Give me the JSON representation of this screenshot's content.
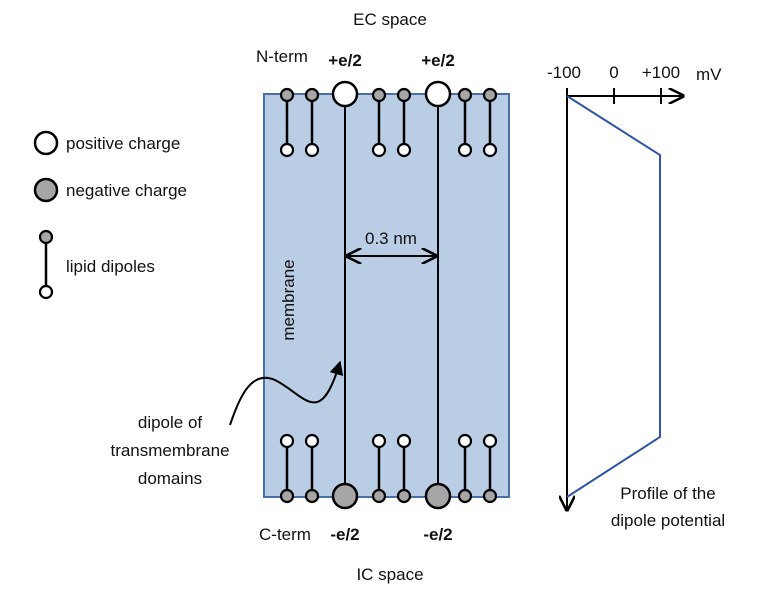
{
  "labels": {
    "ec_space": "EC space",
    "ic_space": "IC space",
    "n_term": "N-term",
    "c_term": "C-term",
    "plus_charge_1": "+e/2",
    "plus_charge_2": "+e/2",
    "minus_charge_1": "-e/2",
    "minus_charge_2": "-e/2",
    "distance": "0.3 nm",
    "membrane": "membrane",
    "dipole_line1": "dipole of",
    "dipole_line2": "transmembrane",
    "dipole_line3": "domains"
  },
  "legend": {
    "positive": "positive charge",
    "negative": "negative charge",
    "lipid": "lipid dipoles"
  },
  "profile": {
    "ticks": [
      "-100",
      "0",
      "+100"
    ],
    "unit": "mV",
    "caption_line1": "Profile of the",
    "caption_line2": "dipole potential"
  },
  "colors": {
    "membrane_fill": "#b9cde5",
    "membrane_stroke": "#4a6fa5",
    "negative": "#a6a6a6",
    "profile_line": "#2f55a4"
  }
}
